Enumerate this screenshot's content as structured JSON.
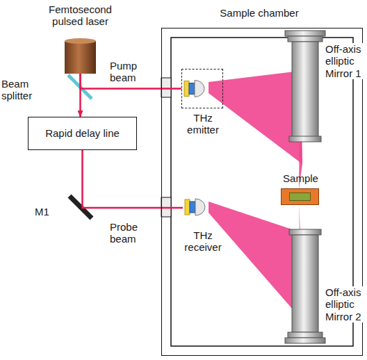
{
  "diagram": {
    "nodes": [
      {
        "text": [
          "Femtosecond pulsed laser"
        ]
      },
      {
        "text": [
          "Rapid delay line"
        ]
      },
      {
        "text": [
          "Sample chamber"
        ]
      },
      {
        "text": [
          "THz emitter"
        ],
        "in": 2
      },
      {
        "text": [
          "THz receiver"
        ],
        "in": 2
      },
      {
        "text": [
          "Sample"
        ],
        "in": 2
      }
    ],
    "edges": [
      {
        "from": 0,
        "to": 1,
        "arrow": "to"
      },
      {
        "from": 0,
        "to": 3,
        "label": "Pump beam",
        "arrow": "none"
      },
      {
        "from": 1,
        "to": 4,
        "label": "Probe beam",
        "arrow": "none"
      }
    ],
    "labels": [
      "Beam splitter",
      "M1",
      "Off-axis elliptic Mirror 1",
      "Off-axis elliptic Mirror 2"
    ]
  }
}
